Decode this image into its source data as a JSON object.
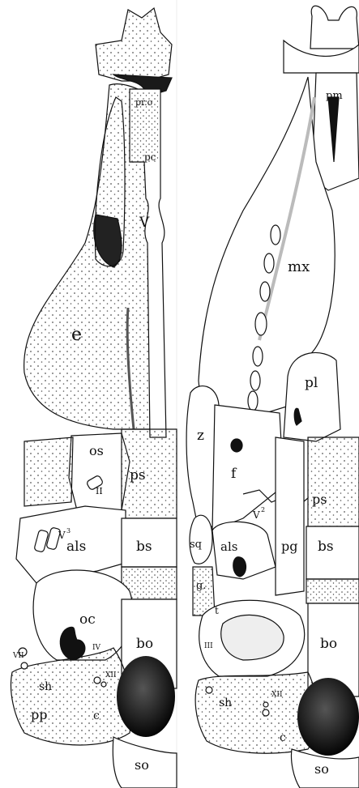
{
  "left_panel": {
    "labels": {
      "pro_otic": "pr.o",
      "pc": "pc",
      "v": "V",
      "e": "e",
      "os": "os",
      "ii": "II",
      "ps": "ps",
      "v3": "V",
      "v3_sup": "3",
      "als": "als",
      "bs": "bs",
      "oc": "oc",
      "iv": "IV",
      "vii": "VII",
      "xii": "XII",
      "sh": "sh",
      "pp": "pp",
      "c": "c",
      "bo": "bo",
      "so": "so"
    }
  },
  "right_panel": {
    "labels": {
      "pm": "pm",
      "mx": "mx",
      "pl": "pl",
      "z": "z",
      "f": "f",
      "ps": "ps",
      "sq": "sq",
      "als": "als",
      "v2": "V",
      "v2_sup": "2",
      "pg": "pg",
      "bs": "bs",
      "g": "g.",
      "t": "t",
      "iii": "III",
      "bo": "bo",
      "sh": "sh",
      "xii": "XII",
      "c": "c",
      "so": "so"
    }
  },
  "colors": {
    "ink": "#111111",
    "shade": "#2a2a2a",
    "stipple": "#555555",
    "paper": "#ffffff"
  }
}
